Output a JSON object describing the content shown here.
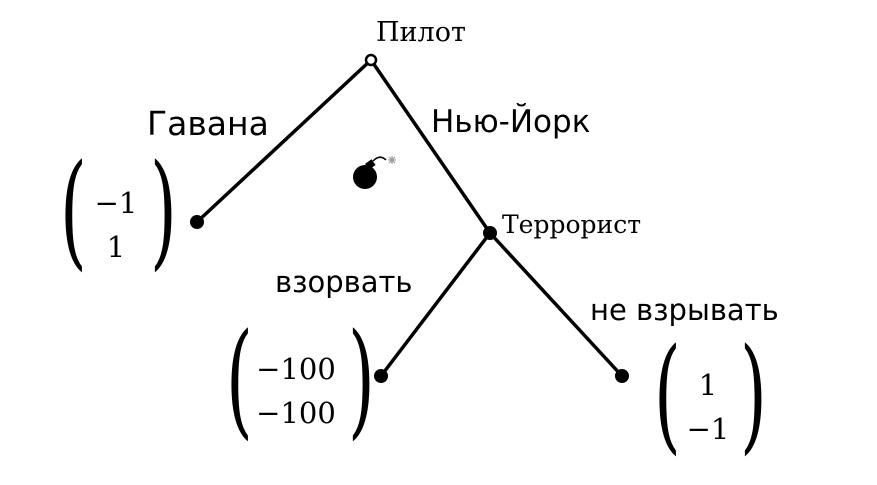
{
  "tree": {
    "root": {
      "player": "Пилот"
    },
    "branches": {
      "havana": "Гавана",
      "new_york": "Нью-Йорк",
      "blow_up": "взорвать",
      "not_blow_up": "не взрывать"
    },
    "second_player": "Террорист",
    "payoffs": {
      "havana": [
        "−1",
        "1"
      ],
      "blow_up": [
        "−100",
        "−100"
      ],
      "not_blow_up": [
        "1",
        "−1"
      ]
    },
    "icon": "bomb-icon"
  }
}
